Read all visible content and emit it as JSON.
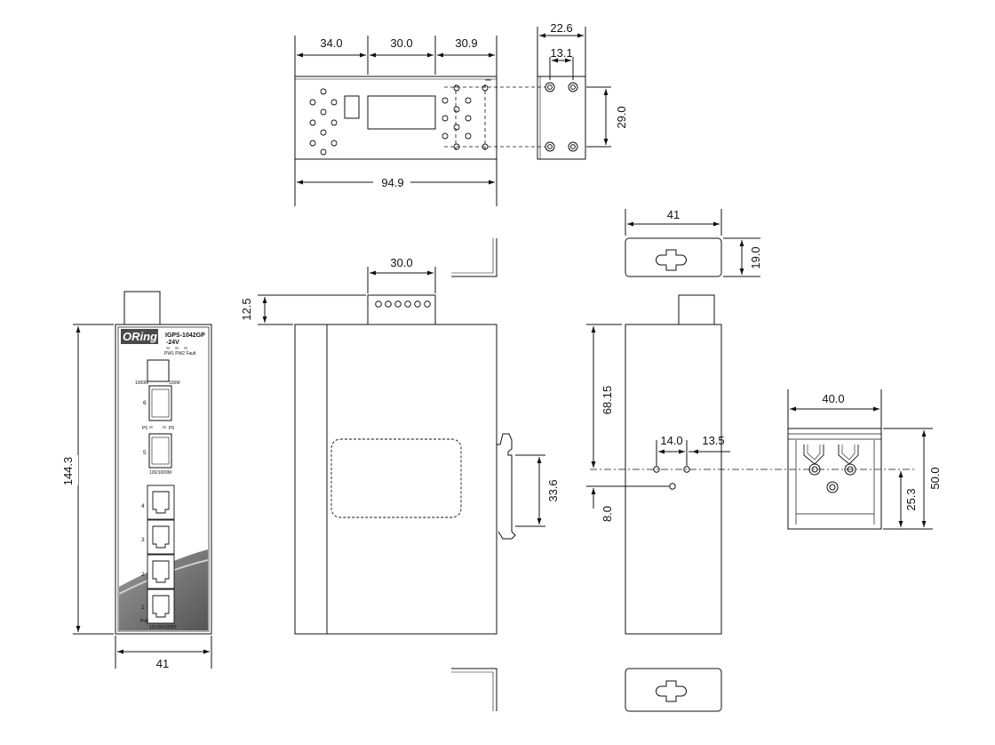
{
  "dimensions": {
    "top_front_left": "34.0",
    "top_front_mid": "30.0",
    "top_front_right": "30.9",
    "top_front_total": "94.9",
    "top_side_width": "22.6",
    "top_side_inner": "13.1",
    "top_side_height": "29.0",
    "front_height": "144.3",
    "front_width": "41",
    "side_connector_width": "30.0",
    "side_connector_height": "12.5",
    "side_clip_height": "33.6",
    "back_width": "41",
    "bracket_height": "19.0",
    "back_upper": "68.15",
    "back_offset": "8.0",
    "back_hole_spacing": "14.0",
    "back_right": "13.5",
    "din_width": "40.0",
    "din_total_height": "50.0",
    "din_lower_height": "25.3"
  },
  "device": {
    "logo": "ORing",
    "model_line1": "IGPS-1042GP",
    "model_line2": "-24V",
    "led_labels": "PW1 PW2 Fault",
    "port6_label": "6",
    "sfp_top_left": "1000M",
    "sfp_top_right": "100M",
    "led_p5": "P5",
    "led_p6": "P6",
    "port5_label": "5",
    "port5_speed": "100/1000M",
    "rj45_labels": [
      "4",
      "3",
      "2",
      "1"
    ],
    "poe_label": "PoE",
    "rj45_speed": "10/100/1000T"
  }
}
